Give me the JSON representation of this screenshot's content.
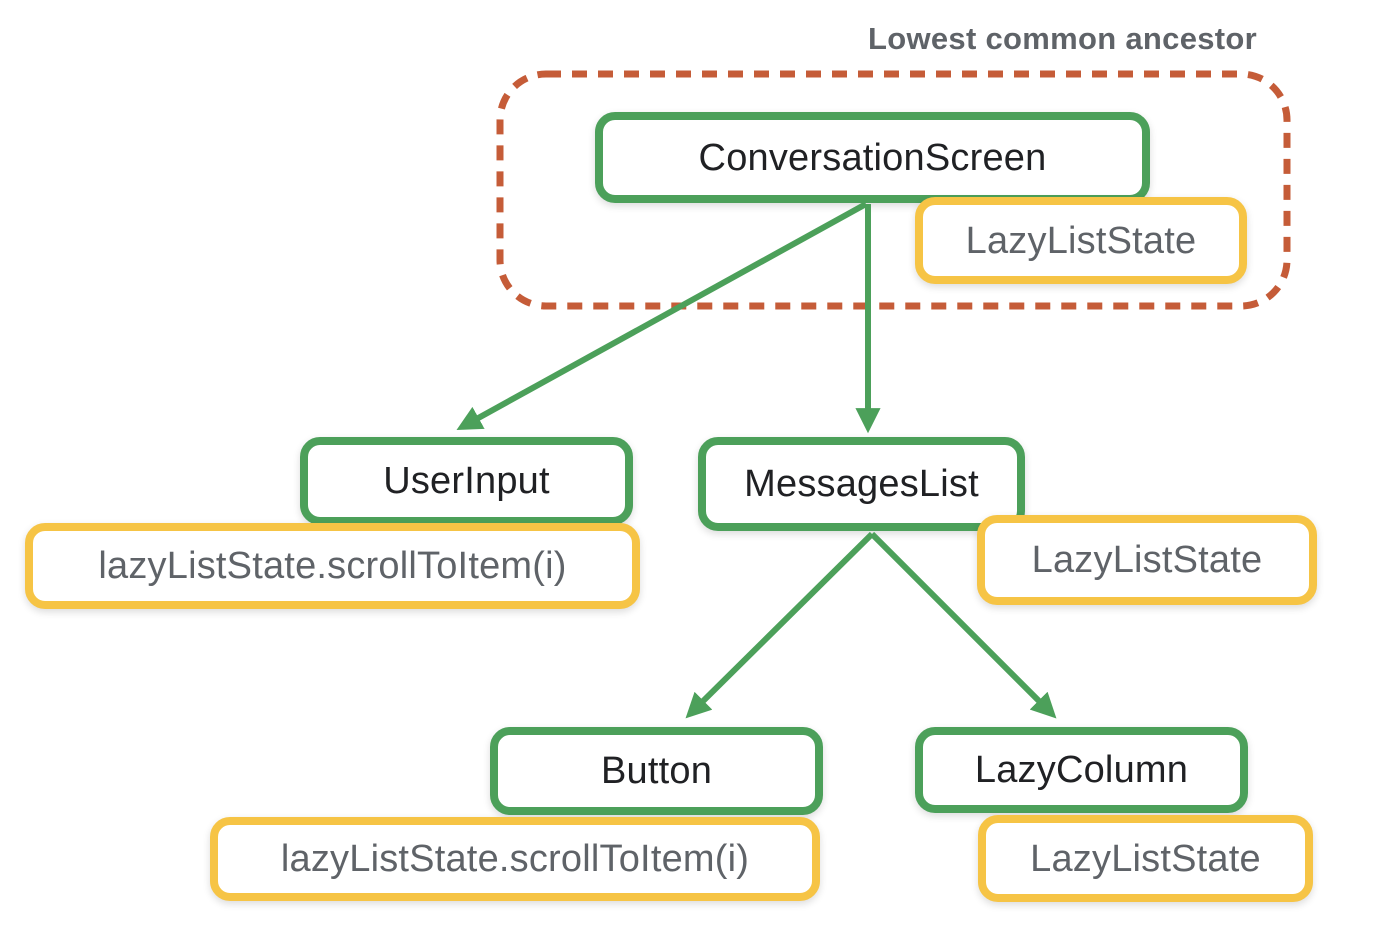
{
  "title": "Lowest common ancestor",
  "colors": {
    "node_border_green": "#4CA05A",
    "state_border_yellow": "#F6C445",
    "ancestor_dash_orange": "#C55C38",
    "state_text_gray": "#5F6368",
    "node_text_black": "#202124",
    "background": "#FFFFFF"
  },
  "nodes": {
    "conversation_screen": "ConversationScreen",
    "user_input": "UserInput",
    "messages_list": "MessagesList",
    "button": "Button",
    "lazy_column": "LazyColumn"
  },
  "states": {
    "lazy_list_state_top": "LazyListState",
    "lazy_list_state_middle": "LazyListState",
    "lazy_list_state_bottom": "LazyListState",
    "scroll_to_item_left": "lazyListState.scrollToItem(i)",
    "scroll_to_item_bottom": "lazyListState.scrollToItem(i)"
  },
  "edges": [
    {
      "from": "ConversationScreen",
      "to": "UserInput"
    },
    {
      "from": "ConversationScreen",
      "to": "MessagesList"
    },
    {
      "from": "MessagesList",
      "to": "Button"
    },
    {
      "from": "MessagesList",
      "to": "LazyColumn"
    }
  ],
  "ancestor_group_members": [
    "ConversationScreen",
    "LazyListState"
  ]
}
